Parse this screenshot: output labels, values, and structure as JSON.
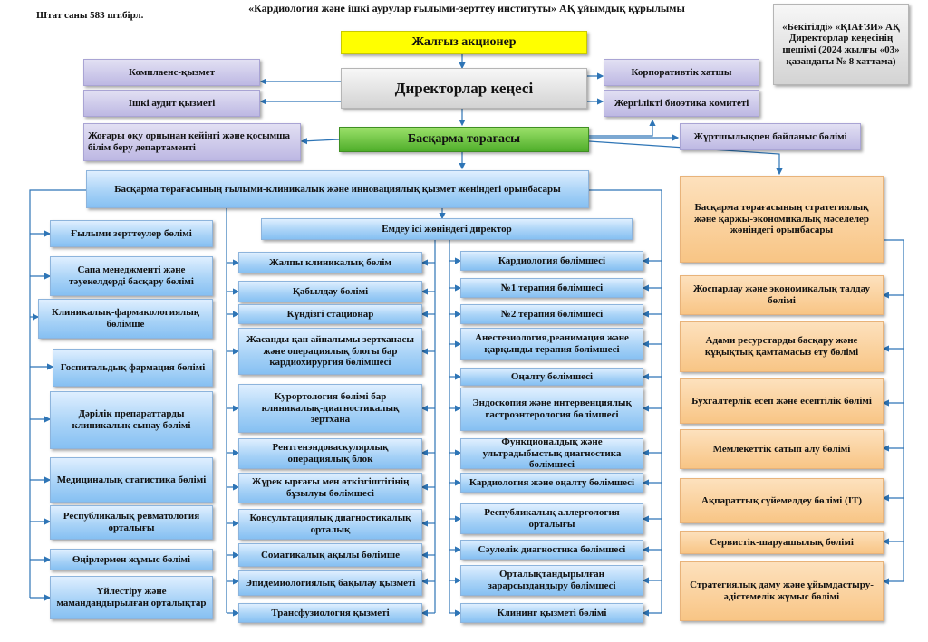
{
  "header": {
    "staff_count": "Штат саны  583 шт.бірл.",
    "title": "«Кардиология және ішкі аурулар ғылыми-зерттеу институты» АҚ ұйымдық құрылымы",
    "approval": "«Бекітілді» «ҚІАҒЗИ» АҚ Директорлар кеңесінің шешімі (2024 жылғы «03» қазандағы № 8 хаттама)"
  },
  "top": {
    "shareholder": "Жалғыз акционер",
    "board": "Директорлар кеңесі",
    "chairman": "Басқарма төрағасы"
  },
  "left_support": {
    "compliance": "Комплаенс-қызмет",
    "audit": "Ішкі аудит қызметі",
    "postgrad": "Жоғары оқу орнынан кейінгі және қосымша білім беру департаменті"
  },
  "right_support": {
    "secretary": "Корпоративтік хатшы",
    "ethics": "Жергілікті биоэтика комитеті",
    "pr": "Жұртшылықпен байланыс бөлімі"
  },
  "deputy_science": "Басқарма төрағасының ғылыми-клиникалық және инновациялық қызмет жөніндегі орынбасары",
  "medical_director": "Емдеу ісі жөніндегі директор",
  "science_units": [
    "Ғылыми зерттеулер бөлімі",
    "Сапа менеджменті және тәуекелдерді басқару бөлімі",
    "Клиникалық-фармакологиялық бөлімше",
    "Госпитальдық фармация бөлімі",
    "Дәрілік препараттарды клиникалық сынау бөлімі",
    "Медициналық статистика бөлімі",
    "Республикалық ревматология орталығы",
    "Өңірлермен жұмыс бөлімі",
    "Үйлестіру және мамандандырылған орталықтар"
  ],
  "clinical_units_a": [
    "Жалпы клиникалық бөлім",
    "Қабылдау бөлімі",
    "Күндізгі стационар",
    "Жасанды қан айналымы зертханасы және операциялық блогы бар кардиохирургия бөлімшесі",
    "Курортология бөлімі бар клиникалық-диагностикалық зертхана",
    "Рентгенэндоваскулярлық операциялық блок",
    "Жүрек ырғағы мен өткізгіштігінің бұзылуы бөлімшесі",
    "Консультациялық диагностикалық орталық",
    "Соматикалық ақылы бөлімше",
    "Эпидемиологиялық бақылау қызметі",
    "Трансфузиология қызметі"
  ],
  "clinical_units_b": [
    "Кардиология бөлімшесі",
    "№1 терапия бөлімшесі",
    "№2 терапия бөлімшесі",
    "Анестезиология,реанимация және қарқынды терапия бөлімшесі",
    "Оңалту бөлімшесі",
    "Эндоскопия және интервенциялық гастроэнтерология бөлімшесі",
    "Функционалдық және ультрадыбыстық диагностика бөлімшесі",
    "Кардиология және оңалту бөлімшесі",
    "Республикалық аллергология орталығы",
    "Сәулелік диагностика бөлімшесі",
    "Орталықтандырылған зарарсыздандыру бөлімшесі",
    "Клининг қызметі бөлімі"
  ],
  "deputy_strategy": "Басқарма төрағасының стратегиялық және қаржы-экономикалық мәселелер жөніндегі орынбасары",
  "strategy_units": [
    "Жоспарлау және экономикалық талдау бөлімі",
    "Адами ресурстарды басқару және құқықтық қамтамасыз ету бөлімі",
    "Бухгалтерлік есеп және есептілік бөлімі",
    "Мемлекеттік сатып алу бөлімі",
    "Ақпараттық сүйемелдеу бөлімі (IT)",
    "Сервистік-шаруашылық бөлімі",
    "Стратегиялық даму және ұйымдастыру-әдістемелік жұмыс бөлімі"
  ],
  "colors": {
    "shareholder": "#ffff00",
    "chairman": "#66cc33",
    "connector": "#2e75b6",
    "unit_blue": "#a9d3f7",
    "support_lavender": "#bdb8e3",
    "strategy_orange": "#f8c585"
  }
}
